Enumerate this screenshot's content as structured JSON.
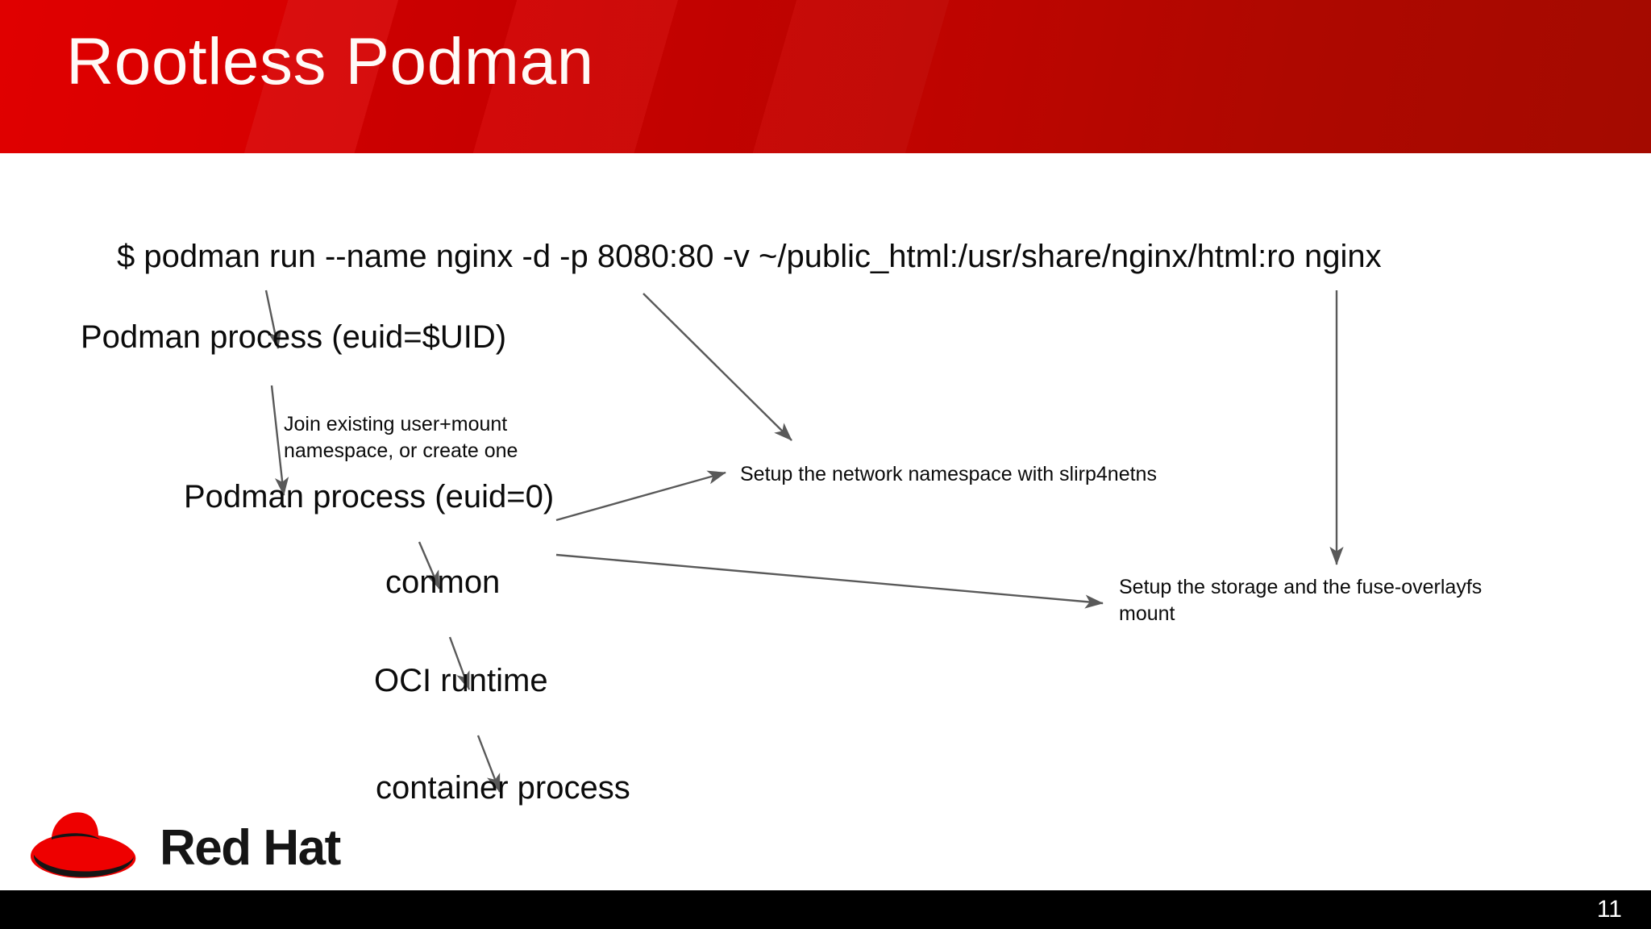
{
  "slide": {
    "title": "Rootless Podman",
    "page_number": "11",
    "brand": {
      "name": "Red Hat",
      "logo_icon": "red-hat-fedora-icon"
    },
    "colors": {
      "header_red_light": "#e00000",
      "header_red_dark": "#a40a00",
      "footer_black": "#000000",
      "text_black": "#0b0b0b",
      "arrow_gray": "#595959",
      "title_white": "#fffaf7"
    }
  },
  "diagram": {
    "command": "$ podman run --name nginx -d -p 8080:80 -v ~/public_html:/usr/share/nginx/html:ro nginx",
    "nodes": {
      "podman_user": "Podman process (euid=$UID)",
      "podman_root": "Podman process (euid=0)",
      "conmon": "conmon",
      "oci_runtime": "OCI runtime",
      "container_process": "container process"
    },
    "annotations": {
      "join_namespace_line1": "Join existing user+mount",
      "join_namespace_line2": "namespace, or create one",
      "network": "Setup the network namespace with slirp4netns",
      "storage_line1": "Setup the storage and the fuse-overlayfs",
      "storage_line2": "mount"
    }
  }
}
